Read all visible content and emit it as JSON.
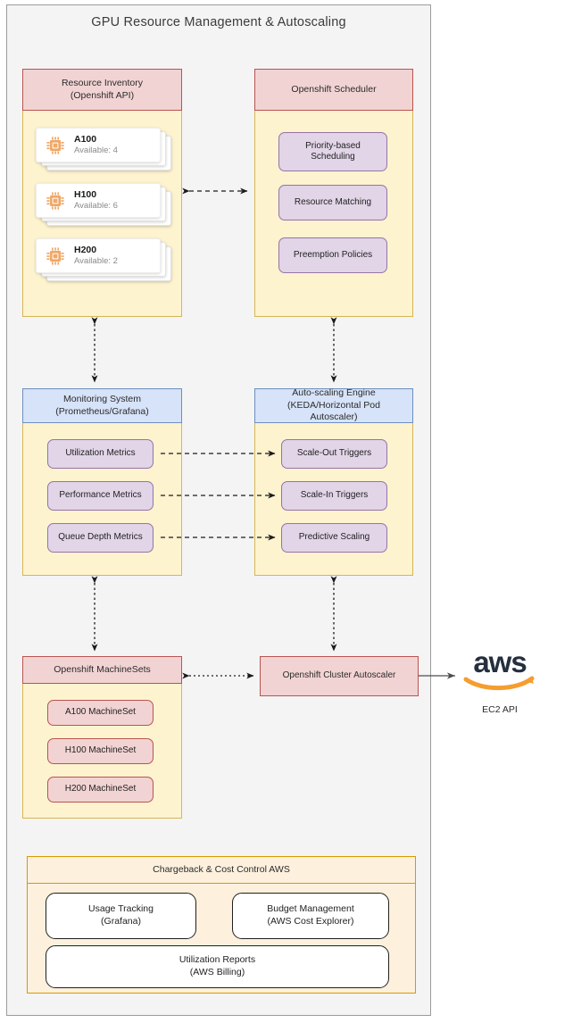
{
  "diagram": {
    "title": "GPU Resource Management & Autoscaling"
  },
  "resource_inventory": {
    "header_line1": "Resource Inventory",
    "header_line2": "(Openshift API)",
    "gpus": [
      {
        "name": "A100",
        "available": "Available: 4",
        "icon": "cpu-chip-icon"
      },
      {
        "name": "H100",
        "available": "Available: 6",
        "icon": "cpu-chip-icon"
      },
      {
        "name": "H200",
        "available": "Available: 2",
        "icon": "cpu-chip-icon"
      }
    ]
  },
  "openshift_scheduler": {
    "header": "Openshift Scheduler",
    "items": [
      {
        "line1": "Priority-based",
        "line2": "Scheduling"
      },
      {
        "line1": "Resource Matching",
        "line2": ""
      },
      {
        "line1": "Preemption Policies",
        "line2": ""
      }
    ]
  },
  "monitoring_system": {
    "header_line1": "Monitoring System",
    "header_line2": "(Prometheus/Grafana)",
    "items": [
      {
        "label": "Utilization Metrics"
      },
      {
        "label": "Performance Metrics"
      },
      {
        "label": "Queue Depth Metrics"
      }
    ]
  },
  "autoscaling_engine": {
    "header_line1": "Auto-scaling Engine",
    "header_line2": "(KEDA/Horizontal Pod",
    "header_line3": "Autoscaler)",
    "items": [
      {
        "label": "Scale-Out Triggers"
      },
      {
        "label": "Scale-In Triggers"
      },
      {
        "label": "Predictive Scaling"
      }
    ]
  },
  "machinesets": {
    "header": "Openshift MachineSets",
    "items": [
      {
        "label": "A100 MachineSet"
      },
      {
        "label": "H100 MachineSet"
      },
      {
        "label": "H200 MachineSet"
      }
    ]
  },
  "cluster_autoscaler": {
    "label": "Openshift Cluster Autoscaler"
  },
  "aws": {
    "logo_text": "aws",
    "caption": "EC2 API"
  },
  "chargeback": {
    "header": "Chargeback & Cost Control AWS",
    "boxes": [
      {
        "line1": "Usage Tracking",
        "line2": "(Grafana)"
      },
      {
        "line1": "Budget Management",
        "line2": "(AWS Cost Explorer)"
      },
      {
        "line1": "Utilization Reports",
        "line2": "(AWS Billing)"
      }
    ]
  },
  "colors": {
    "panel_bg": "#f4f4f4",
    "panel_border": "#9b9b9b",
    "yellow_fill": "#fdf3cf",
    "yellow_border": "#d6b656",
    "red_fill": "#f2d3d3",
    "red_border": "#b85450",
    "blue_fill": "#d6e3f8",
    "blue_border": "#6c8ebf",
    "purple_fill": "#e1d5e7",
    "purple_border": "#9673a6",
    "orange_fill": "#fdf0dd",
    "orange_border": "#d79b00",
    "gpu_icon": "#f0a868",
    "aws_text": "#252f3e",
    "aws_swoosh": "#f59d2f"
  }
}
